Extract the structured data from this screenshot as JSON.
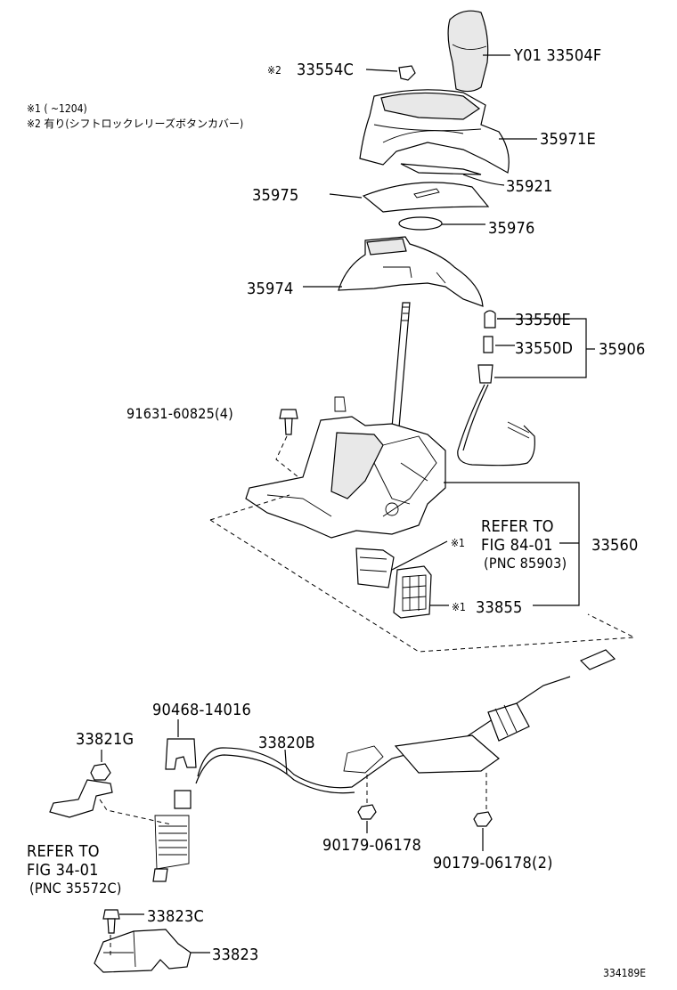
{
  "diagram_id": "334189E",
  "notes": {
    "note1": "※1 (      ~1204)",
    "note2": "※2 有り(シフトロックレリーズボタンカバー)"
  },
  "markers": {
    "star1": "※1",
    "star2": "※2"
  },
  "parts": {
    "p33554C": "33554C",
    "pY01": "Y01 33504F",
    "p35971E": "35971E",
    "p35921": "35921",
    "p35975": "35975",
    "p35976": "35976",
    "p35974": "35974",
    "p33550E": "33550E",
    "p33550D": "33550D",
    "p35906": "35906",
    "p91631": "91631-60825(4)",
    "p33560": "33560",
    "p33855": "33855",
    "p90468": "90468-14016",
    "p33821G": "33821G",
    "p33820B": "33820B",
    "p90179a": "90179-06178",
    "p90179b": "90179-06178(2)",
    "p33823C": "33823C",
    "p33823": "33823"
  },
  "refs": {
    "ref1_line1": "REFER TO",
    "ref1_line2": "FIG 84-01",
    "ref1_line3": "(PNC 85903)",
    "ref2_line1": "REFER TO",
    "ref2_line2": "FIG 34-01",
    "ref2_line3": "(PNC 35572C)"
  }
}
